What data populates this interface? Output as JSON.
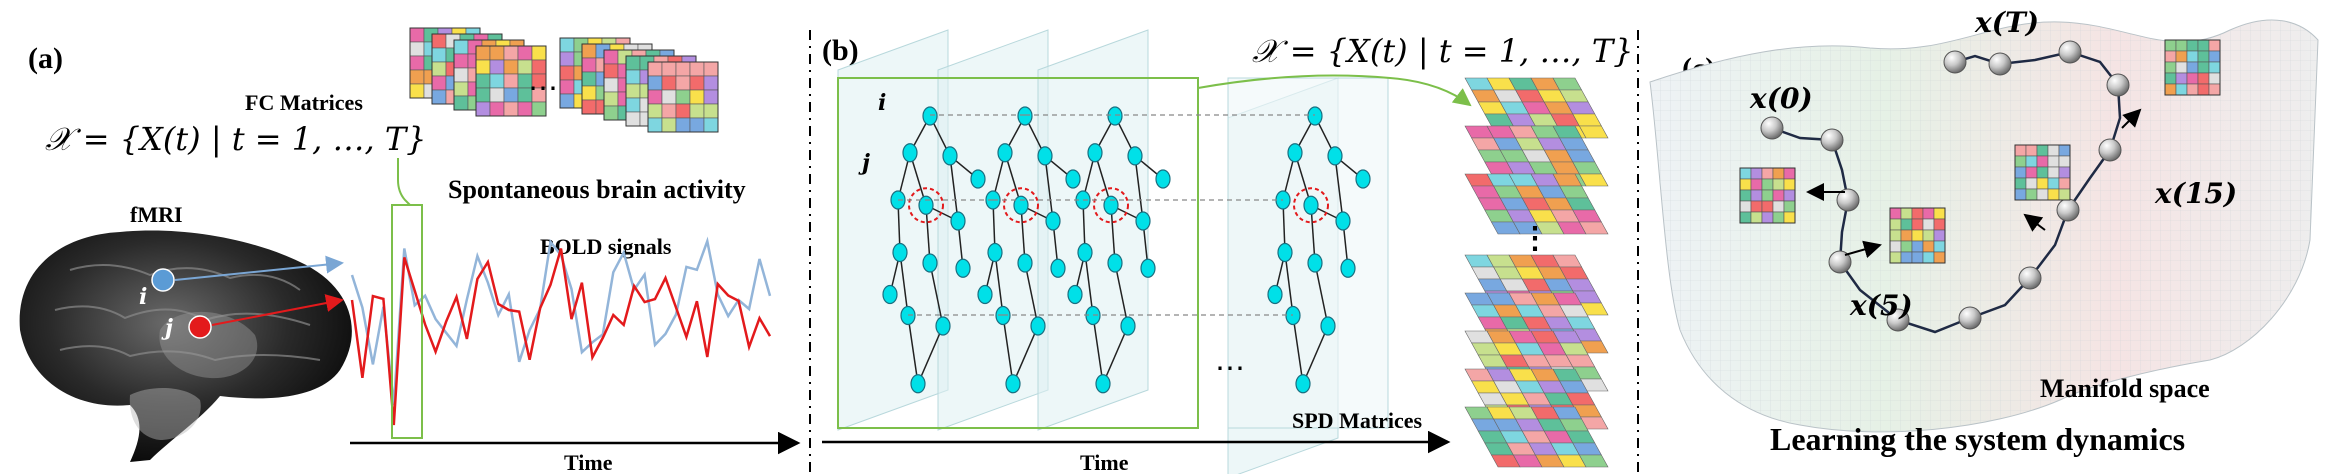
{
  "panel_a": {
    "label": "(a)",
    "fc_matrices": "FC Matrices",
    "formula": "𝒳 = {X(t) | t = 1, …, T}",
    "fmri": "fMRI",
    "node_i": "i",
    "node_j": "j",
    "spontaneous": "Spontaneous brain activity",
    "bold_signals": "BOLD signals",
    "time": "Time",
    "ellipsis": "⋯",
    "colors": {
      "signal_i": "#93b5d9",
      "signal_j": "#e31a1c",
      "highlight": "#7cbf4a"
    }
  },
  "panel_b": {
    "label": "(b)",
    "formula": "𝒳 = {X(t) | t = 1, …, T}",
    "node_i": "i",
    "node_j": "j",
    "ellipsis": "⋯",
    "vdots": "⋮",
    "spd_matrices": "SPD Matrices",
    "time": "Time",
    "colors": {
      "node": "#00e0e8",
      "frame": "#7cbf4a",
      "plane": "#dff0f2"
    }
  },
  "panel_c": {
    "label": "(c)",
    "x0": "x(0)",
    "x5": "x(5)",
    "x15": "x(15)",
    "xT": "x(T)",
    "manifold_space": "Manifold space",
    "learning": "Learning the system dynamics"
  }
}
